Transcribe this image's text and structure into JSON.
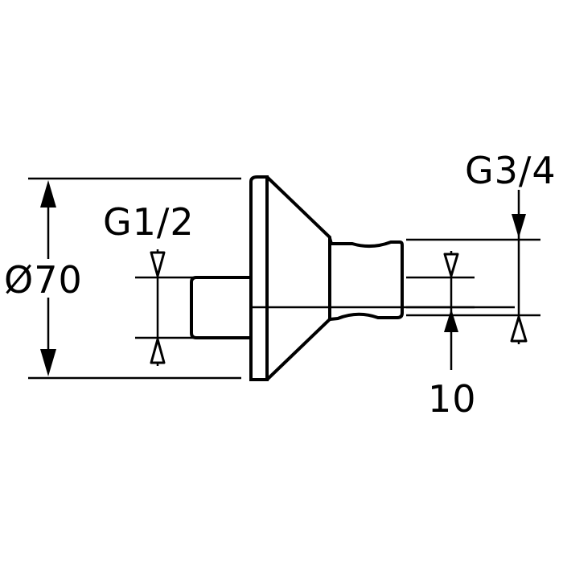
{
  "labels": {
    "diameter": "Ø70",
    "thread_in": "G1/2",
    "thread_out": "G3/4",
    "length": "10"
  }
}
